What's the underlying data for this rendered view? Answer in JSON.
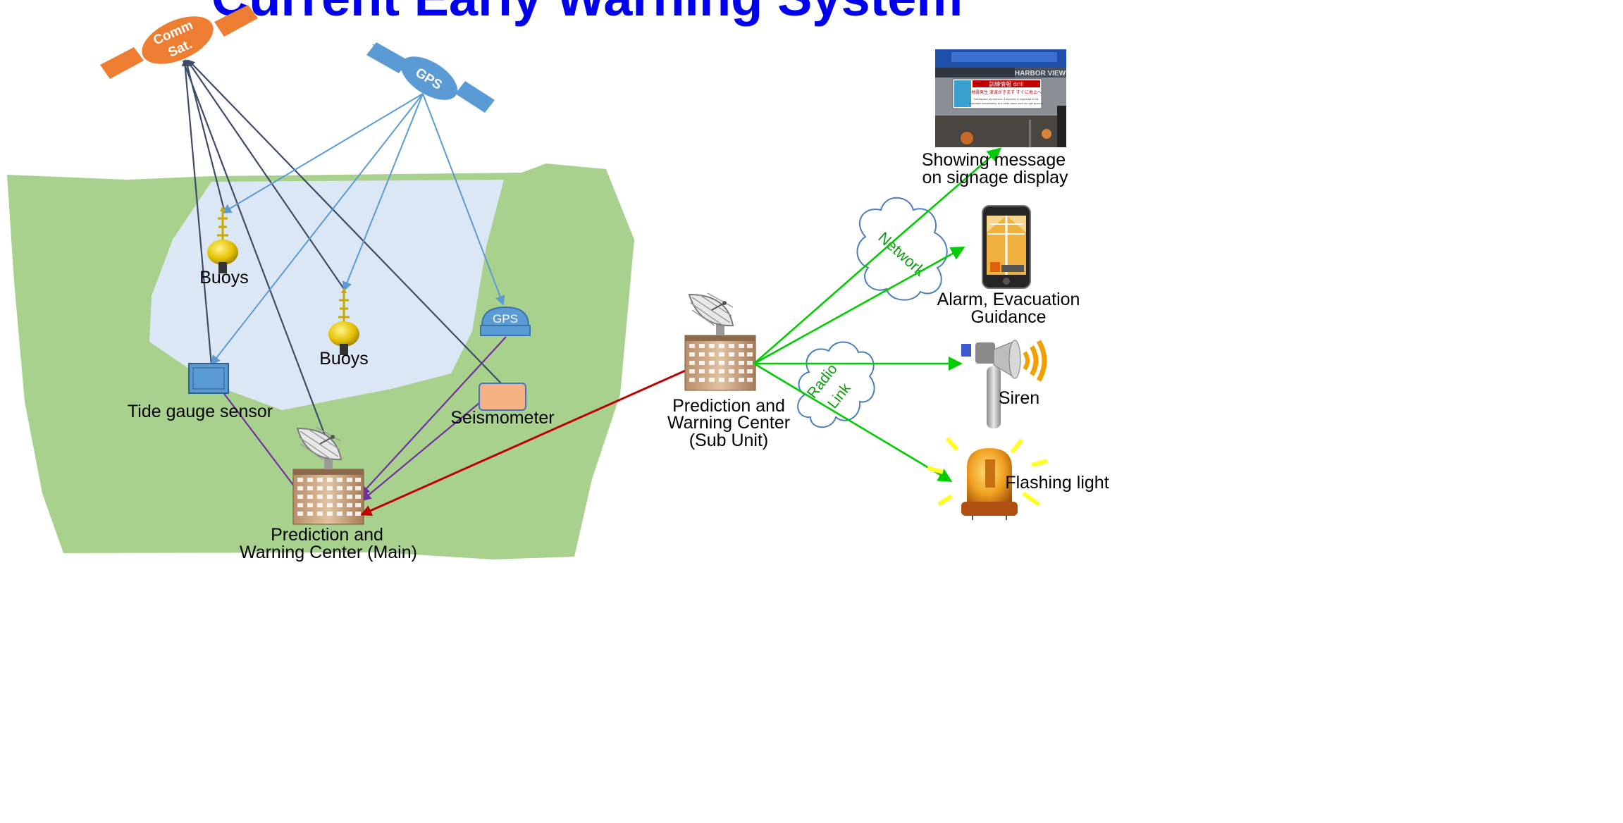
{
  "title": "Current Early Warning System",
  "colors": {
    "title": "#0000ee",
    "land": "#a9d18e",
    "sea": "#dce7f5",
    "comm_sat": "#ed7d31",
    "gps": "#5b9bd5",
    "seismometer": "#f4b183",
    "arrow_comm": "#3d4b66",
    "arrow_gps": "#5b9bd5",
    "arrow_data": "#7030a0",
    "arrow_link": "#c00000",
    "arrow_output": "#00cc00",
    "cloud_text": "#119911"
  },
  "satellites": {
    "comm": {
      "label_line1": "Comm",
      "label_line2": "Sat."
    },
    "gps": {
      "label": "GPS"
    }
  },
  "sensors": {
    "buoy_1_label": "Buoys",
    "buoy_2_label": "Buoys",
    "tide_gauge_label": "Tide gauge sensor",
    "gps_station_label": "GPS",
    "seismometer_label": "Seismometer"
  },
  "centers": {
    "main": {
      "line1": "Prediction and",
      "line2": "Warning Center (Main)"
    },
    "sub": {
      "line1": "Prediction and",
      "line2": "Warning Center",
      "line3": "(Sub Unit)"
    }
  },
  "clouds": {
    "network": "Network",
    "radio_line1": "Radio",
    "radio_line2": "Link"
  },
  "outputs": {
    "signage": {
      "line1": "Showing message",
      "line2": "on signage display",
      "screen_header": "訓練情報 drill",
      "screen_line1": "地震発生 津波がきます すぐに地上へ",
      "screen_line2": "Earthquake occurrence. A tsunami is expected to hit.",
      "screen_line3": "Evacuate immediately to a safer place such as high ground.",
      "sign_text": "HARBOR VIEW"
    },
    "phone": {
      "line1": "Alarm, Evacuation",
      "line2": "Guidance"
    },
    "siren": {
      "label": "Siren"
    },
    "light": {
      "label": "Flashing light"
    }
  }
}
